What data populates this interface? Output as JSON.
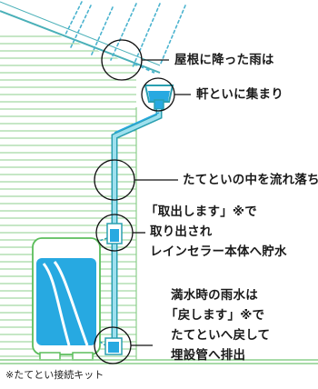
{
  "labels": {
    "roof": "屋根に降った雨は",
    "gutter": "軒といに集まり",
    "downspout": "たてといの中を流れ落ち",
    "extract_1": "「取出します」※で",
    "extract_2": "取り出され",
    "extract_3": "レインセラー本体へ貯水",
    "full_1": "満水時の雨水は",
    "full_2": "「戻します」※で",
    "full_3": "たてといへ戻して",
    "full_4": "埋設管へ排出"
  },
  "footnote": "※たてとい接続キット",
  "colors": {
    "wall_lines": "#8ccf8c",
    "roof_lines": "#4ab0b8",
    "rain": "#4bb3cf",
    "water": "#27a9e1",
    "pipe_outline": "#2a9fb0",
    "tank_outline": "#5bbd5b",
    "pointer": "#111111"
  }
}
